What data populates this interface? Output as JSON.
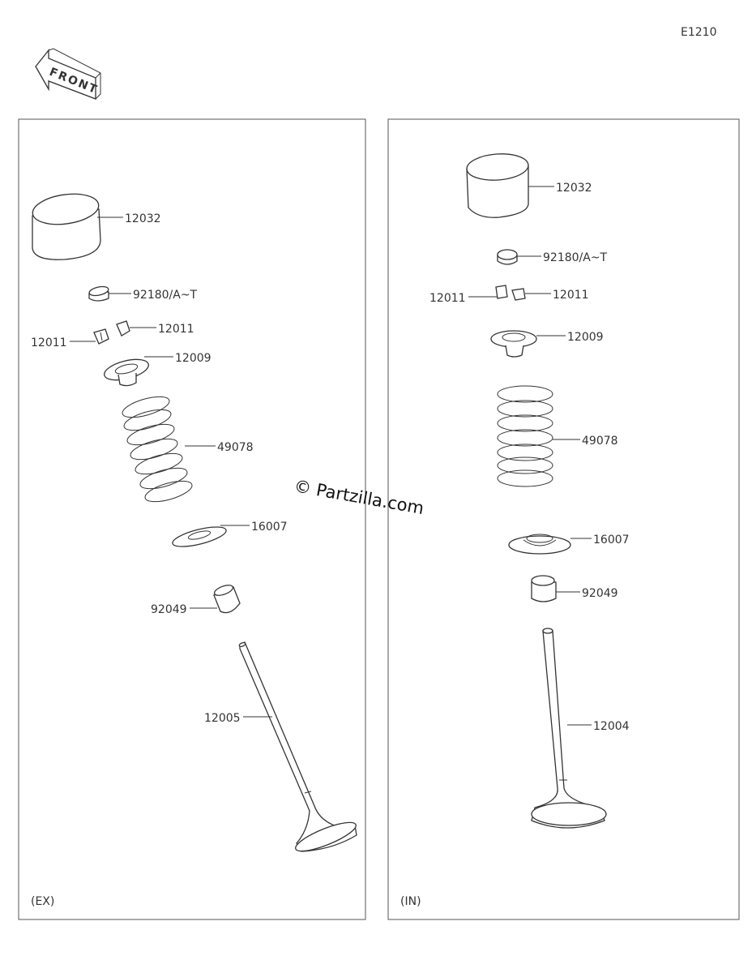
{
  "diagram_code": "E1210",
  "front_label": "FRONT",
  "watermark": "© Partzilla.com",
  "panels": {
    "exhaust": {
      "caption": "(EX)",
      "parts": {
        "lifter": "12032",
        "shim": "92180/A~T",
        "cotter_right": "12011",
        "cotter_left": "12011",
        "retainer": "12009",
        "spring": "49078",
        "spring_seat": "16007",
        "oil_seal": "92049",
        "valve": "12005"
      }
    },
    "intake": {
      "caption": "(IN)",
      "parts": {
        "lifter": "12032",
        "shim": "92180/A~T",
        "cotter_left": "12011",
        "cotter_right": "12011",
        "retainer": "12009",
        "spring": "49078",
        "spring_seat": "16007",
        "oil_seal": "92049",
        "valve": "12004"
      }
    }
  }
}
